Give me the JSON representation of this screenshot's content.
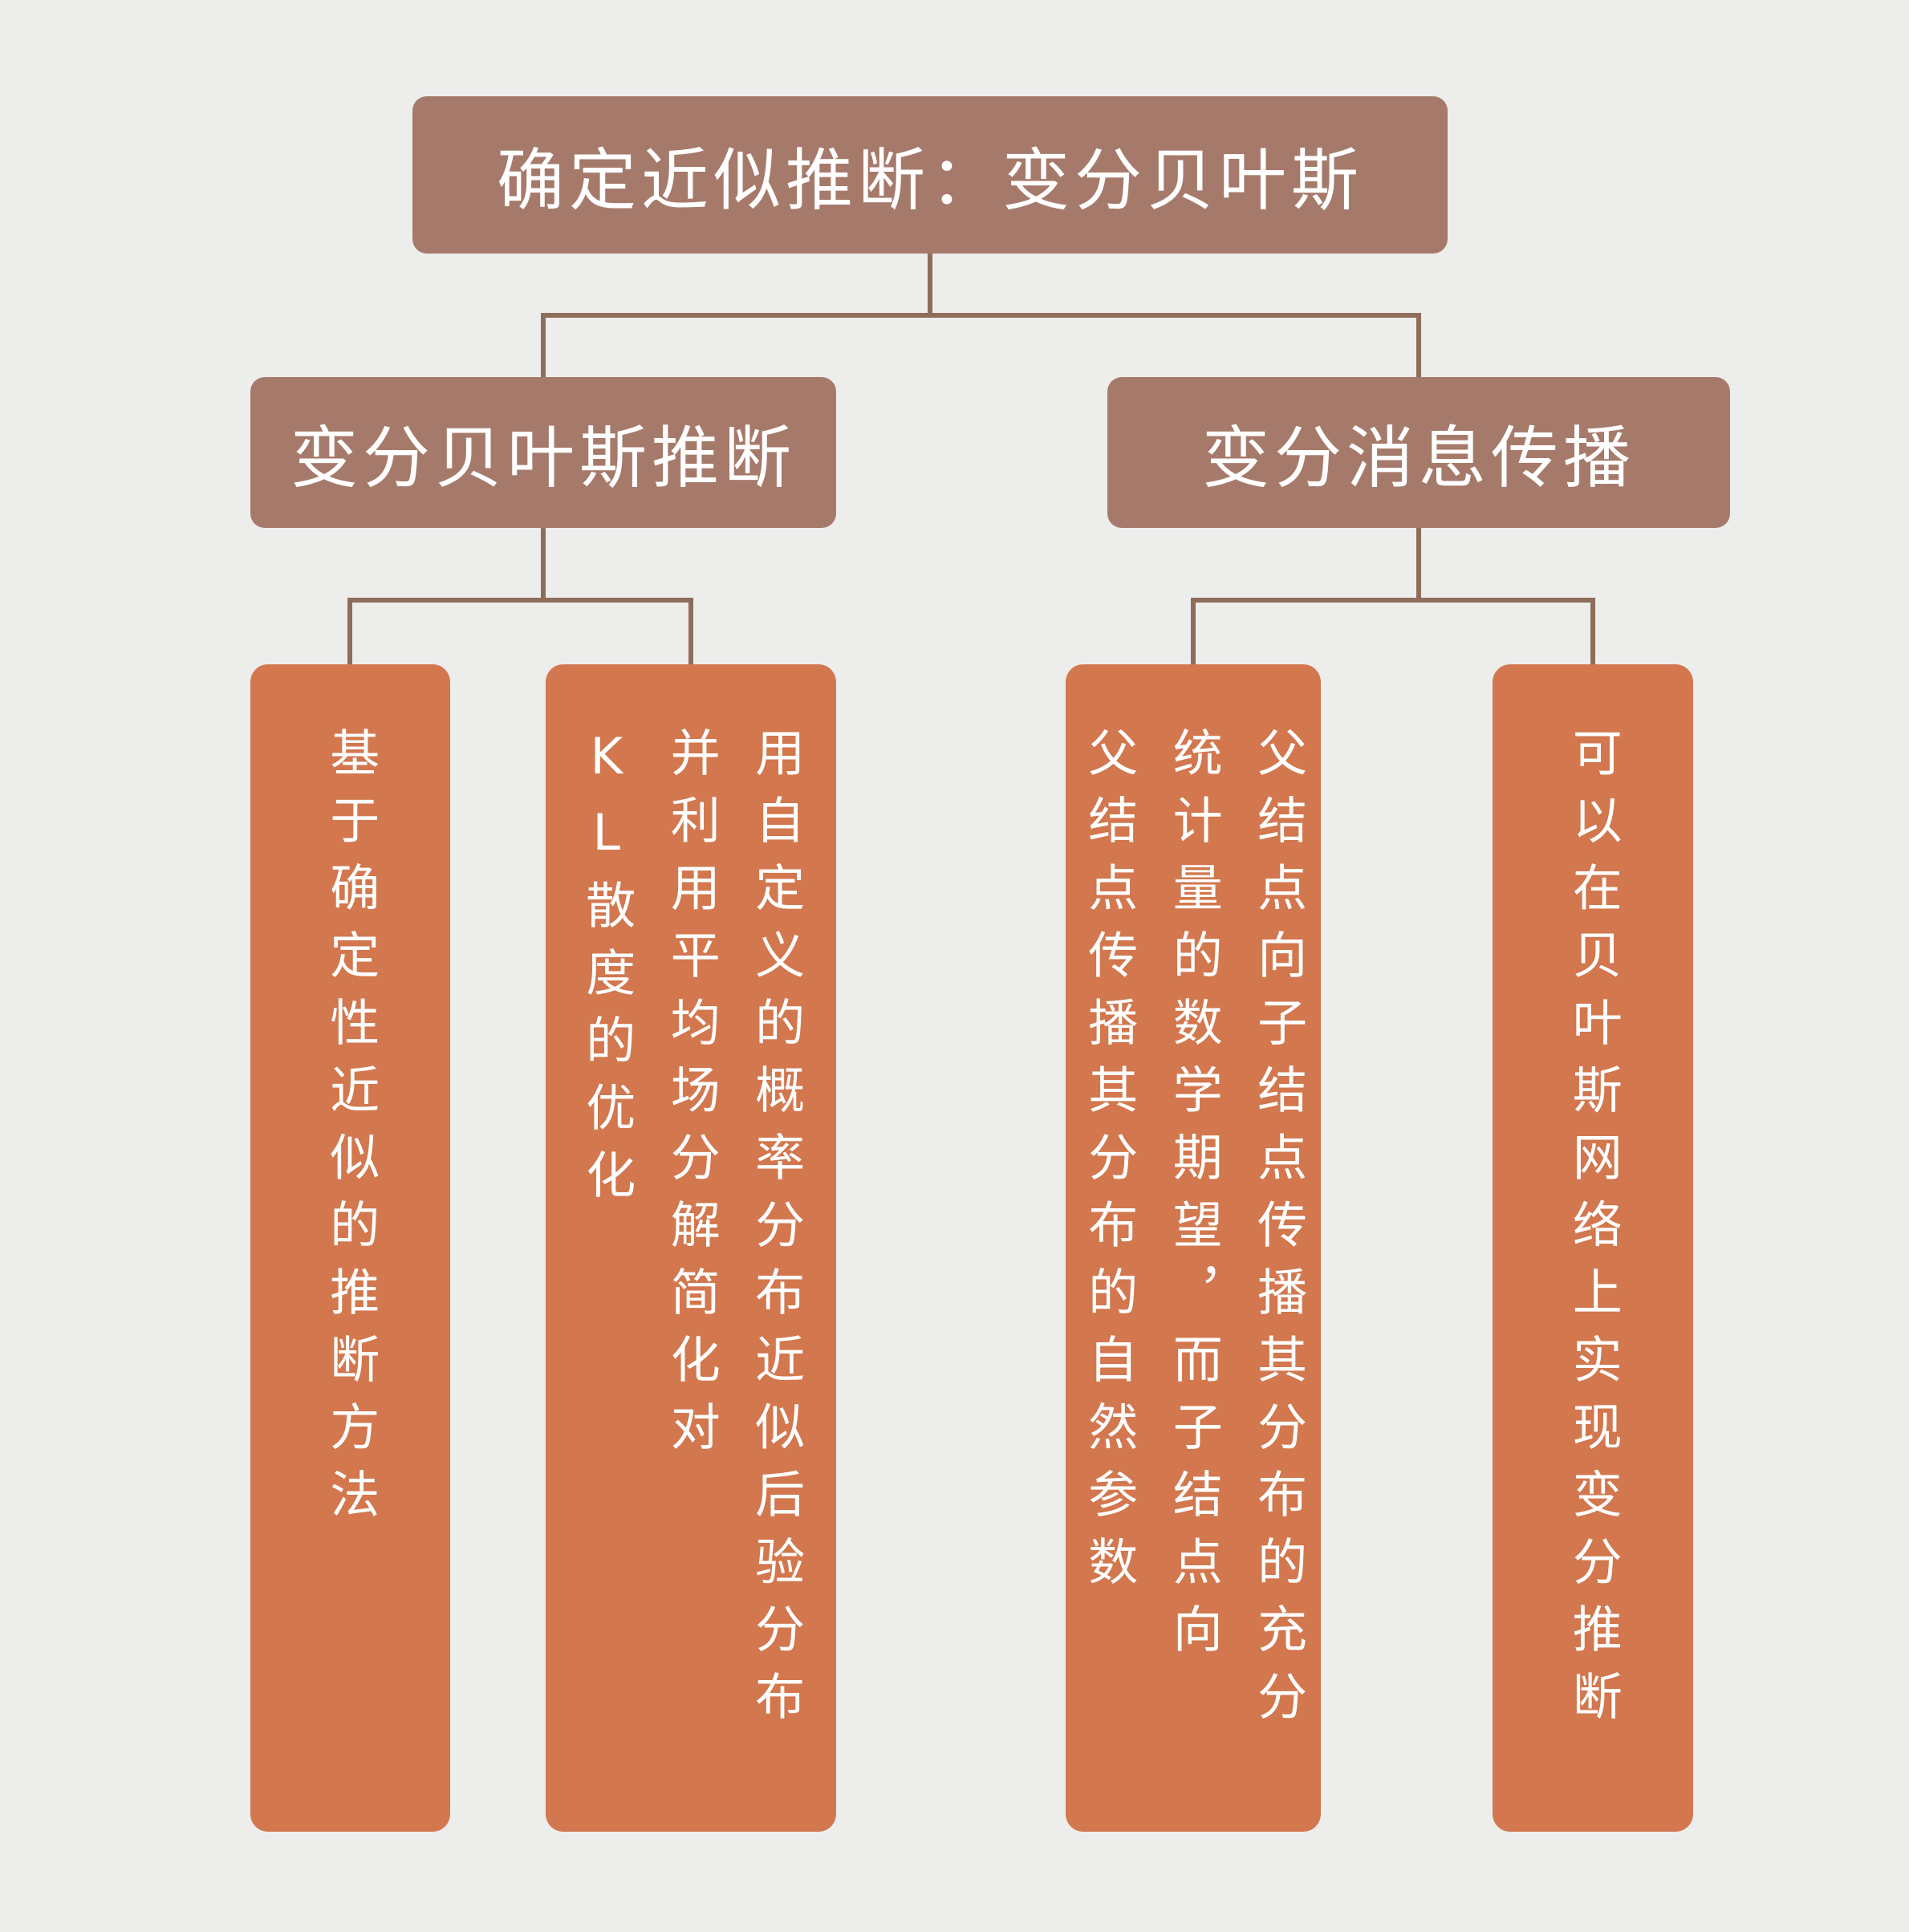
{
  "diagram": {
    "type": "mind-map",
    "orientation": "top-down"
  },
  "colors": {
    "background": "#EDEDEB",
    "branch_node": "#A67A6B",
    "leaf_node": "#D2774E",
    "connector": "#8F6D5B",
    "text": "#FFFFFF"
  },
  "root": {
    "label": "确定近似推断：变分贝叶斯"
  },
  "branches": [
    {
      "label": "变分贝叶斯推断",
      "leaves": [
        {
          "text": "基于确定性近似的推断方法"
        },
        {
          "text": "用自定义的概率分布近似后验分布\n并利用平均场分解简化对\nKL散度的优化"
        }
      ]
    },
    {
      "label": "变分消息传播",
      "leaves": [
        {
          "text": "父结点向子结点传播其分布的充分\n统计量的数学期望，而子结点向\n父结点传播其分布的自然参数"
        },
        {
          "text": "可以在贝叶斯网络上实现变分推断"
        }
      ]
    }
  ]
}
